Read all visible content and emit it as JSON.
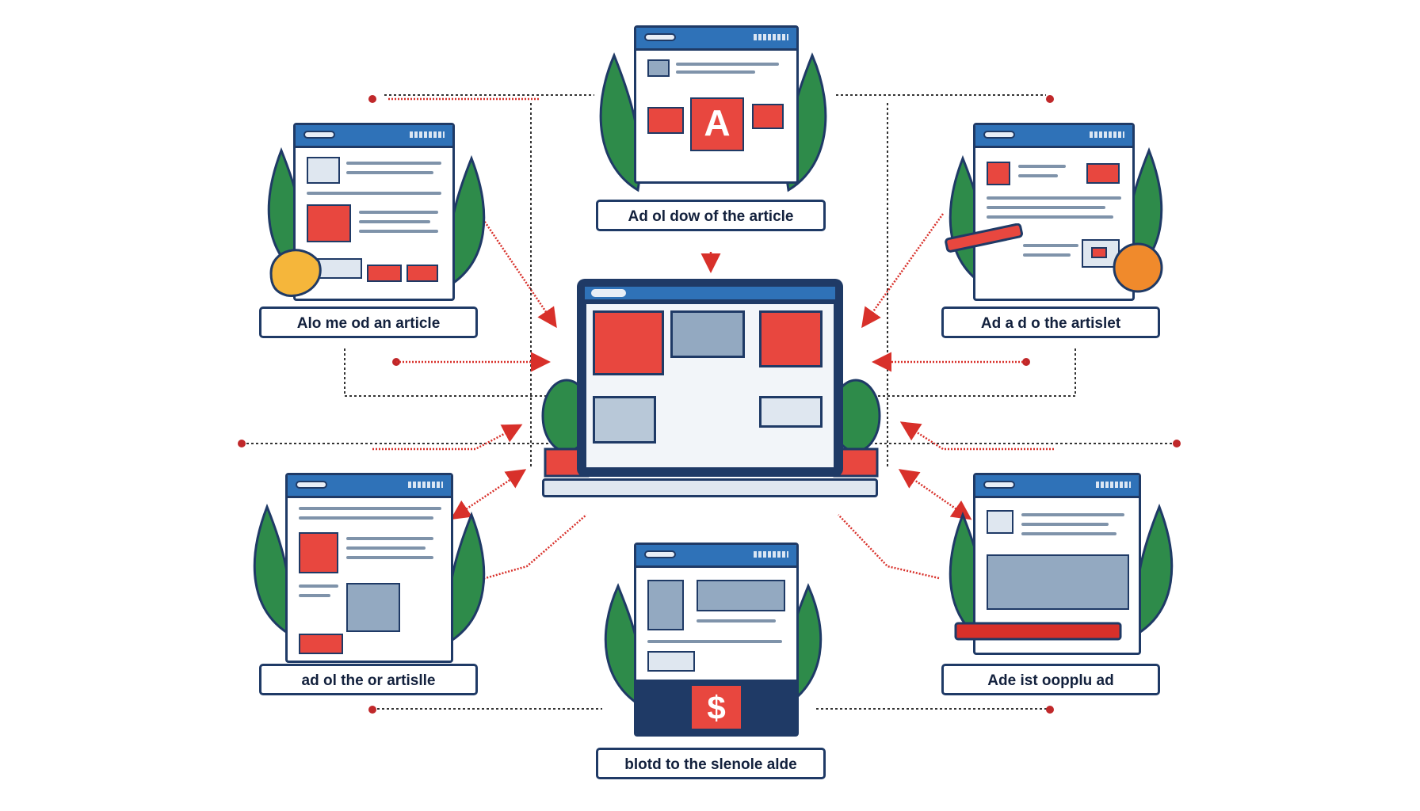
{
  "labels": {
    "top": "Ad ol dow of the article",
    "upper_left": "Alo me od an article",
    "upper_right": "Ad a d o the artislet",
    "lower_left": "ad ol the or artislle",
    "lower_right": "Ade ist oopplu ad",
    "bottom": "blotd to the slenole alde"
  },
  "glyphs": {
    "top_badge": "A",
    "bottom_badge": "$"
  },
  "colors": {
    "navy": "#1f3a66",
    "blue": "#2f72b8",
    "red": "#e8473f",
    "leaf_green": "#2e8b4a",
    "gray": "#93a9c1"
  }
}
